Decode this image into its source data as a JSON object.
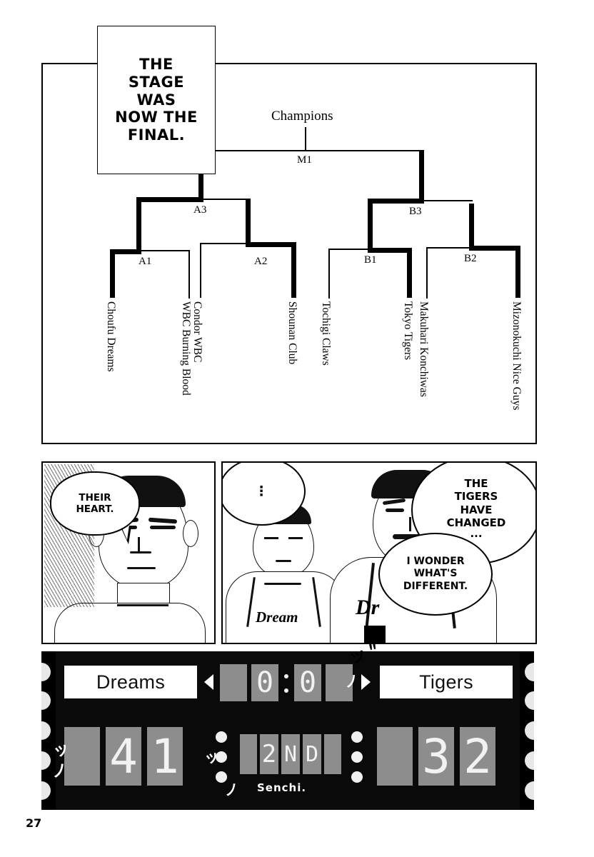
{
  "page": {
    "number": "27"
  },
  "narration": {
    "text": "THE\nSTAGE\nWAS\nNOW THE\nFINAL."
  },
  "bracket": {
    "champion_label": "Champions",
    "final_label": "M1",
    "semifinal_labels": [
      "A3",
      "B3"
    ],
    "quarterfinal_labels": [
      "A1",
      "A2",
      "B1",
      "B2"
    ],
    "teams": [
      "Choufu Dreams",
      "WBC Burning Blood",
      "Condor WBC",
      "Shounan Club",
      "Tochigi Claws",
      "Tokyo Tigers",
      "Makuhari Konchiwas",
      "Mizonokuchi Nice Guys"
    ]
  },
  "panels": {
    "heart": {
      "bubble": "THEIR\nHEART."
    },
    "players": {
      "ellipsis_bubble": "⋮",
      "tigers_bubble": "THE\nTIGERS\nHAVE\nCHANGED\n···",
      "wonder_bubble": "I WONDER\nWHAT'S\nDIFFERENT.",
      "jersey_left": "Dream",
      "jersey_right": "Dr"
    }
  },
  "scoreboard": {
    "home_name": "Dreams",
    "away_name": "Tigers",
    "clock": "0:0",
    "clock_left": "0",
    "clock_right": "0",
    "home_score": "41",
    "home_score_d1": "4",
    "home_score_d2": "1",
    "away_score": "32",
    "away_score_d1": "3",
    "away_score_d2": "2",
    "period": "2ND",
    "period_chars": [
      "2",
      "N",
      "D"
    ],
    "brand": "Senchi.",
    "sfx_top": "ッ",
    "sfx_top2": "＂",
    "sfx_mid": "ノ",
    "sfx_left1": "ッ",
    "sfx_left2": "ノ",
    "sfx_center1": "ッ",
    "sfx_center2": "ノ"
  },
  "colors": {
    "ink": "#000000",
    "paper": "#ffffff",
    "segment": "#8d8d8d",
    "board": "#0a0a0a"
  }
}
